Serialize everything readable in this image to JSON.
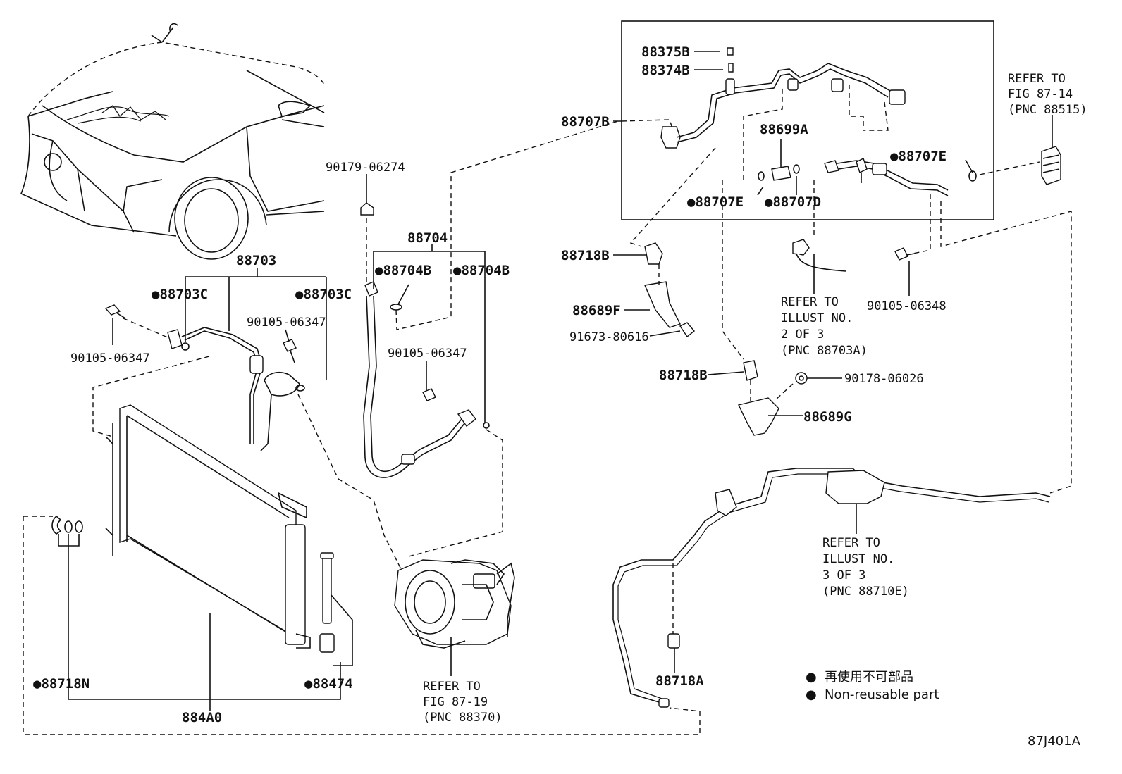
{
  "labels": {
    "p88375B": "88375B",
    "p88374B": "88374B",
    "p88707B": "88707B",
    "p88699A": "88699A",
    "p88707E_top": "●88707E",
    "p88707E_box": "●88707E",
    "p88707D": "●88707D",
    "refer_8814_l1": "REFER TO",
    "refer_8814_l2": "FIG 87-14",
    "refer_8814_l3": "(PNC 88515)",
    "p90179": "90179-06274",
    "p88704": "88704",
    "p88704B_left": "●88704B",
    "p88704B_right": "●88704B",
    "p88703": "88703",
    "p88703C_left": "●88703C",
    "p88703C_right": "●88703C",
    "p90105_a": "90105-06347",
    "p90105_b": "90105-06347",
    "p90105_c": "90105-06347",
    "p88718B_top": "88718B",
    "p88689F": "88689F",
    "p91673": "91673-80616",
    "p88718B_mid": "88718B",
    "p90178": "90178-06026",
    "p88689G": "88689G",
    "p90105_d": "90105-06348",
    "refer_2of3_l1": "REFER TO",
    "refer_2of3_l2": "ILLUST NO.",
    "refer_2of3_l3": "2 OF 3",
    "refer_2of3_l4": "(PNC 88703A)",
    "refer_3of3_l1": "REFER TO",
    "refer_3of3_l2": "ILLUST NO.",
    "refer_3of3_l3": "3 OF 3",
    "refer_3of3_l4": "(PNC 88710E)",
    "p88718N": "●88718N",
    "p88474": "●88474",
    "p884A0": "884A0",
    "refer_8719_l1": "REFER TO",
    "refer_8719_l2": "FIG 87-19",
    "refer_8719_l3": "(PNC 88370)",
    "p88718A": "88718A",
    "legend_jp": "再使用不可部品",
    "legend_en": "Non-reusable part",
    "legend_dot": "●",
    "figure_id": "87J401A"
  }
}
